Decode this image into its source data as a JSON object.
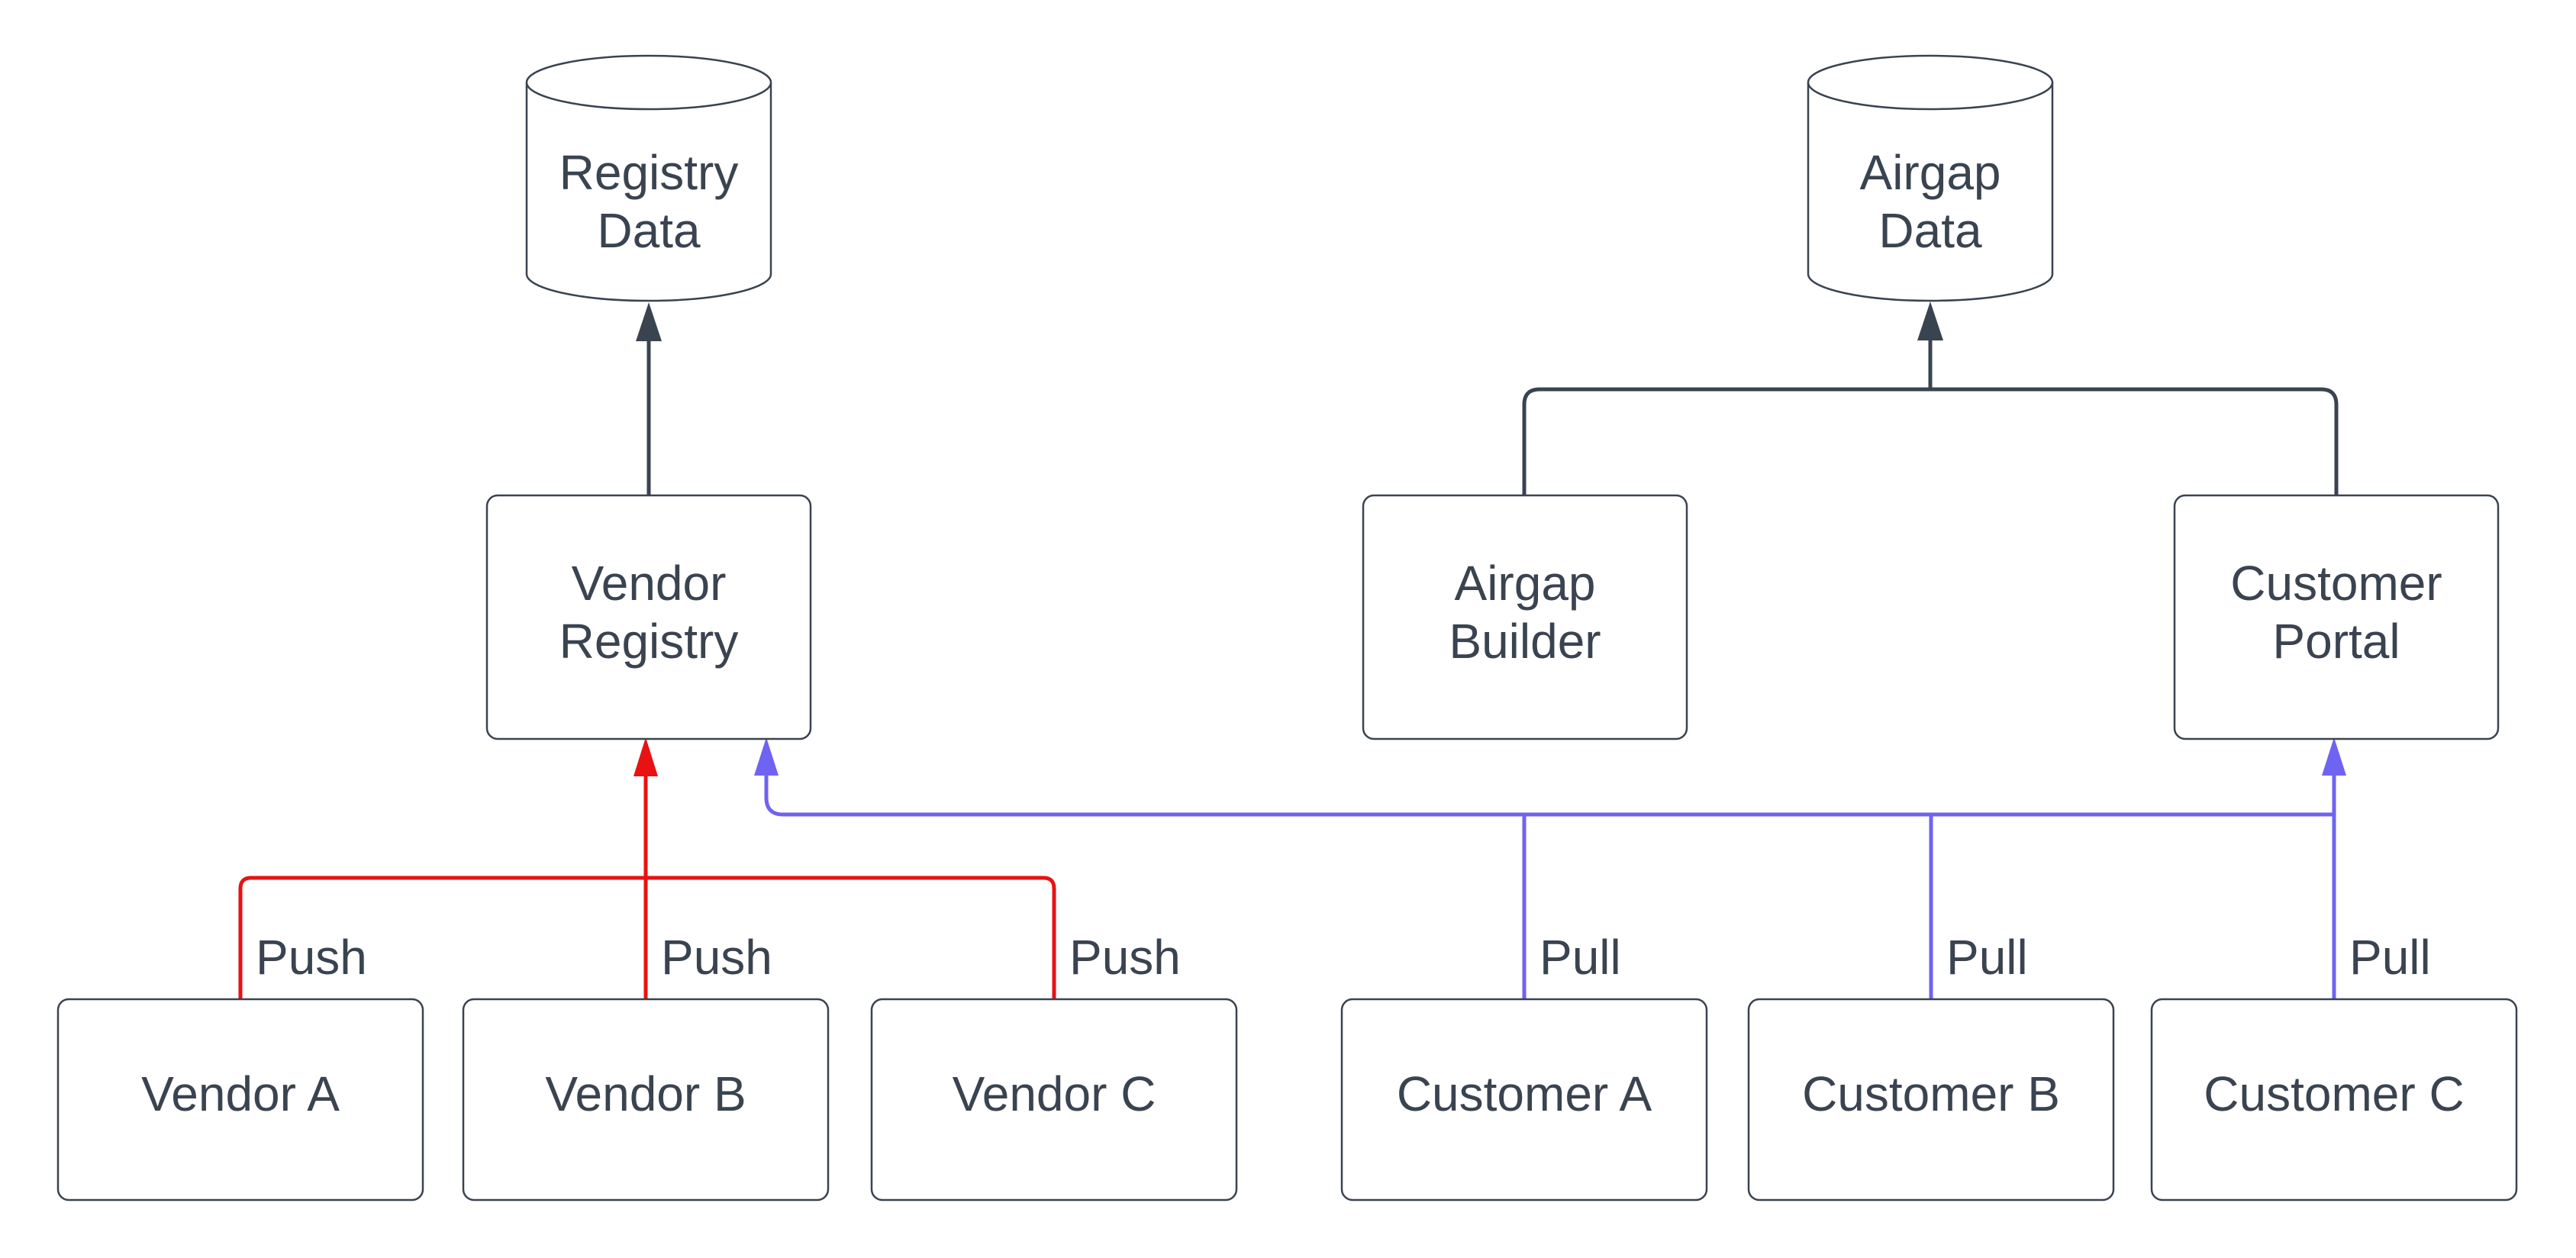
{
  "colors": {
    "dark": "#3a4350",
    "red": "#e81212",
    "blue": "#6f63f2",
    "node_fill": "#ffffff",
    "text": "#3a4350",
    "background": "#ffffff"
  },
  "nodes": {
    "registry_data": {
      "line1": "Registry",
      "line2": "Data"
    },
    "airgap_data": {
      "line1": "Airgap",
      "line2": "Data"
    },
    "vendor_registry": {
      "line1": "Vendor",
      "line2": "Registry"
    },
    "airgap_builder": {
      "line1": "Airgap",
      "line2": "Builder"
    },
    "customer_portal": {
      "line1": "Customer",
      "line2": "Portal"
    },
    "vendor_a": {
      "label": "Vendor A"
    },
    "vendor_b": {
      "label": "Vendor B"
    },
    "vendor_c": {
      "label": "Vendor C"
    },
    "customer_a": {
      "label": "Customer A"
    },
    "customer_b": {
      "label": "Customer B"
    },
    "customer_c": {
      "label": "Customer C"
    }
  },
  "edge_labels": {
    "push_vendor_a": "Push",
    "push_vendor_b": "Push",
    "push_vendor_c": "Push",
    "pull_customer_a": "Pull",
    "pull_customer_b": "Pull",
    "pull_customer_c": "Pull"
  }
}
